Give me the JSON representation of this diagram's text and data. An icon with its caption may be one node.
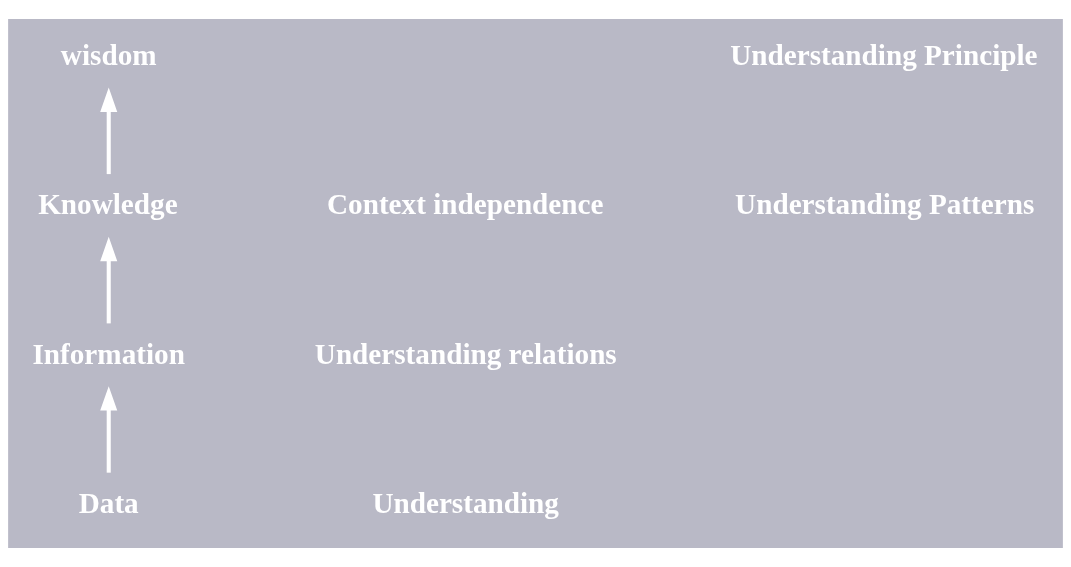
{
  "diagram": {
    "nodes": [
      {
        "text": [
          "Data"
        ]
      },
      {
        "text": [
          "Information"
        ]
      },
      {
        "text": [
          "Knowledge"
        ]
      },
      {
        "text": [
          "wisdom"
        ]
      }
    ],
    "edges": [
      {
        "from": 0,
        "to": 1,
        "arrow": "to"
      },
      {
        "from": 1,
        "to": 2,
        "arrow": "to"
      },
      {
        "from": 2,
        "to": 3,
        "arrow": "to"
      }
    ],
    "labels": [
      "Context independence",
      "Understanding Principle",
      "Understanding Patterns",
      "Understanding relations",
      "Understanding"
    ]
  }
}
